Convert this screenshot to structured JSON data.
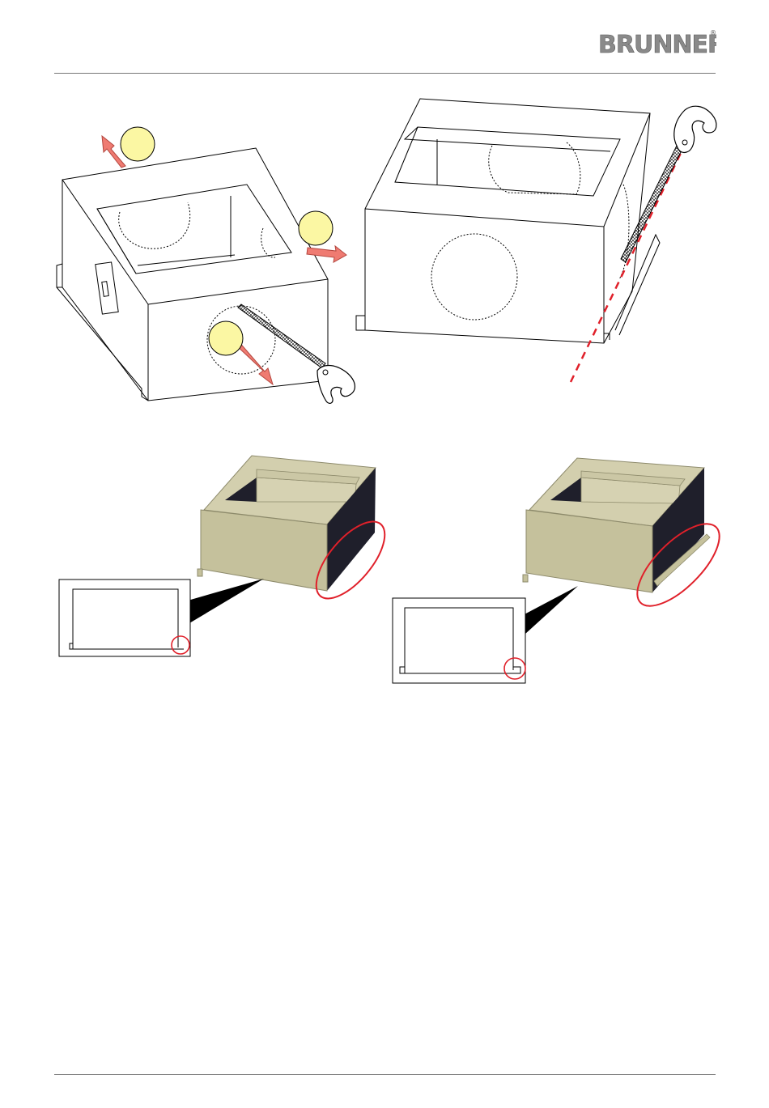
{
  "header": {
    "brand": "BRUNNER",
    "registered_mark": "®"
  },
  "figures": [
    {
      "name": "block-open-knockouts",
      "markers": 3
    },
    {
      "name": "block-saw-cut"
    },
    {
      "name": "block-without-groove"
    },
    {
      "name": "block-with-groove"
    }
  ],
  "colors": {
    "block_face": "#c5c19c",
    "block_top": "#d3cfae",
    "block_inner": "#1f1f2b",
    "marker_fill": "#fbf7a3",
    "arrow_fill": "#ef7b72",
    "highlight_red": "#e0202a"
  }
}
